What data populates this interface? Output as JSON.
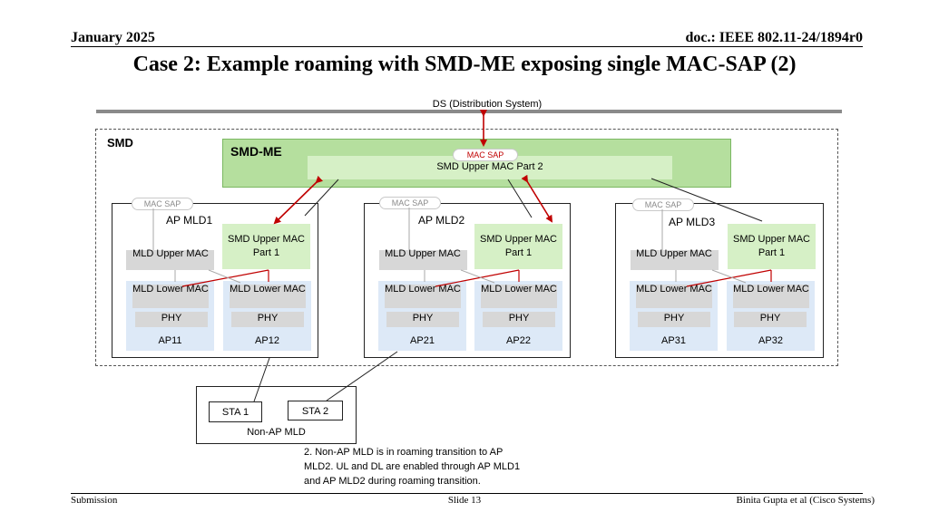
{
  "header": {
    "date": "January 2025",
    "doc": "doc.: IEEE 802.11-24/1894r0"
  },
  "title": "Case 2: Example roaming with SMD-ME exposing single MAC-SAP (2)",
  "ds_label": "DS (Distribution System)",
  "smd": {
    "label": "SMD",
    "me_label": "SMD-ME",
    "mac_sap": "MAC SAP",
    "upper_part2": "SMD Upper MAC Part 2"
  },
  "ap_mlds": [
    {
      "sap": "MAC SAP",
      "label": "AP MLD1",
      "mld_upper": "MLD Upper MAC",
      "smd_upper": "SMD Upper MAC Part 1",
      "aps": [
        {
          "lower": "MLD Lower MAC",
          "phy": "PHY",
          "name": "AP11"
        },
        {
          "lower": "MLD Lower MAC",
          "phy": "PHY",
          "name": "AP12"
        }
      ]
    },
    {
      "sap": "MAC SAP",
      "label": "AP MLD2",
      "mld_upper": "MLD Upper MAC",
      "smd_upper": "SMD Upper MAC Part 1",
      "aps": [
        {
          "lower": "MLD Lower MAC",
          "phy": "PHY",
          "name": "AP21"
        },
        {
          "lower": "MLD Lower MAC",
          "phy": "PHY",
          "name": "AP22"
        }
      ]
    },
    {
      "sap": "MAC SAP",
      "label": "AP MLD3",
      "mld_upper": "MLD Upper MAC",
      "smd_upper": "SMD Upper MAC Part 1",
      "aps": [
        {
          "lower": "MLD Lower MAC",
          "phy": "PHY",
          "name": "AP31"
        },
        {
          "lower": "MLD Lower MAC",
          "phy": "PHY",
          "name": "AP32"
        }
      ]
    }
  ],
  "non_ap": {
    "sta1": "STA 1",
    "sta2": "STA 2",
    "label": "Non-AP MLD"
  },
  "note": "2. Non-AP MLD is in roaming transition to AP MLD2. UL and DL are enabled through AP MLD1 and AP MLD2 during roaming transition.",
  "footer": {
    "left": "Submission",
    "center": "Slide 13",
    "right": "Binita Gupta et al (Cisco Systems)"
  },
  "colors": {
    "smd_me": "#b5df9e",
    "smd_upper": "#d6f0c6",
    "ap_column": "#dde9f7",
    "gray_block": "#d7d7d7",
    "arrow": "#c00000"
  }
}
